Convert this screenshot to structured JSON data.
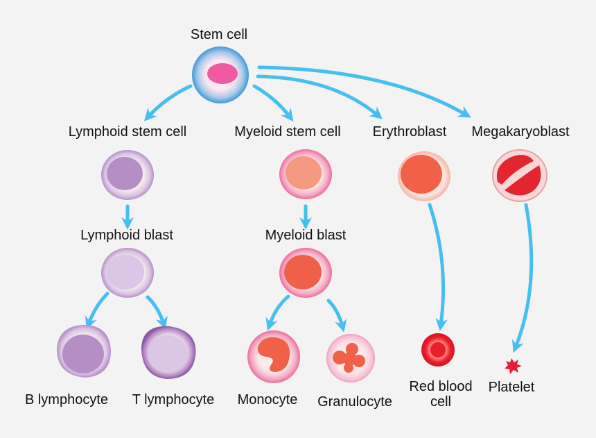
{
  "labels": {
    "stem_cell": "Stem cell",
    "lymphoid_stem_cell": "Lymphoid stem cell",
    "myeloid_stem_cell": "Myeloid stem cell",
    "erythroblast": "Erythroblast",
    "megakaryoblast": "Megakaryoblast",
    "lymphoid_blast": "Lymphoid blast",
    "myeloid_blast": "Myeloid blast",
    "b_lymphocyte": "B lymphocyte",
    "t_lymphocyte": "T lymphocyte",
    "monocyte": "Monocyte",
    "granulocyte": "Granulocyte",
    "red_blood_cell_line1": "Red blood",
    "red_blood_cell_line2": "cell",
    "platelet": "Platelet"
  },
  "colors": {
    "background": "#f3f3f3",
    "arrow": "#45bff0",
    "stem_outer": "#3f9ad6",
    "stem_nucleus": "#ef5aa0",
    "lymphoid_outer": "#b690c6",
    "lymphoid_nucleus": "#b38fc5",
    "lymphoid_blast_nucleus": "#d9c7e6",
    "myeloid_outer": "#ec6c9c",
    "myeloid_nucleus": "#f59a80",
    "myeloid_blast_nucleus": "#f05f48",
    "erythro": "#f06148",
    "megakaryo": "#e32530",
    "rbc": "#e8202a",
    "platelet": "#e51f3a"
  }
}
